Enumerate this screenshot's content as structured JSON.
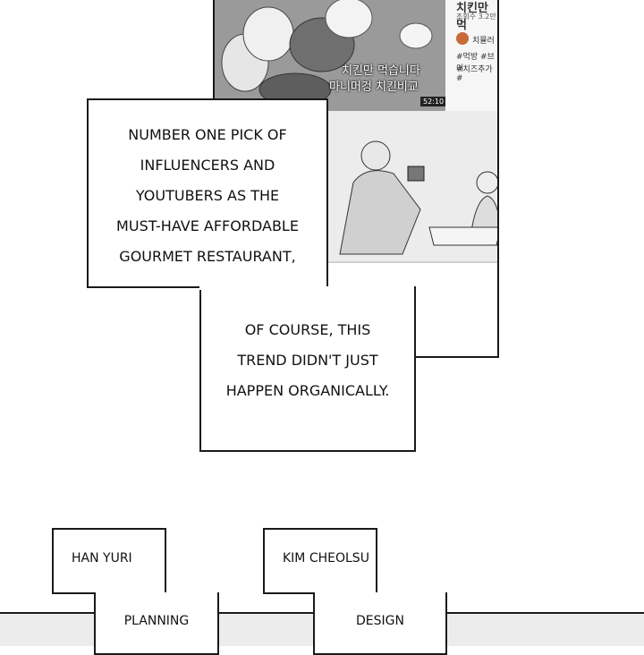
{
  "video": {
    "title": "치킨만 먹",
    "views": "조회수 3.2만",
    "channel": "치뮬러",
    "tags_line1": "#먹방 #브이",
    "tags_line2": "#치즈추가 #",
    "caption_line1": "치킨만 먹습니다",
    "caption_line2": "마니머겅 치킨비교",
    "duration": "52:10"
  },
  "narration": {
    "box1_lines": [
      "Number one pick of",
      "influencers and",
      "YouTubers as the",
      "must-have affordable",
      "gourmet restaurant,"
    ],
    "box2_lines": [
      "Of course, this",
      "trend didn't just",
      "happen organically."
    ]
  },
  "credits": [
    {
      "name": "Han Yuri",
      "role": "Planning"
    },
    {
      "name": "Kim Cheolsu",
      "role": "Design"
    }
  ]
}
